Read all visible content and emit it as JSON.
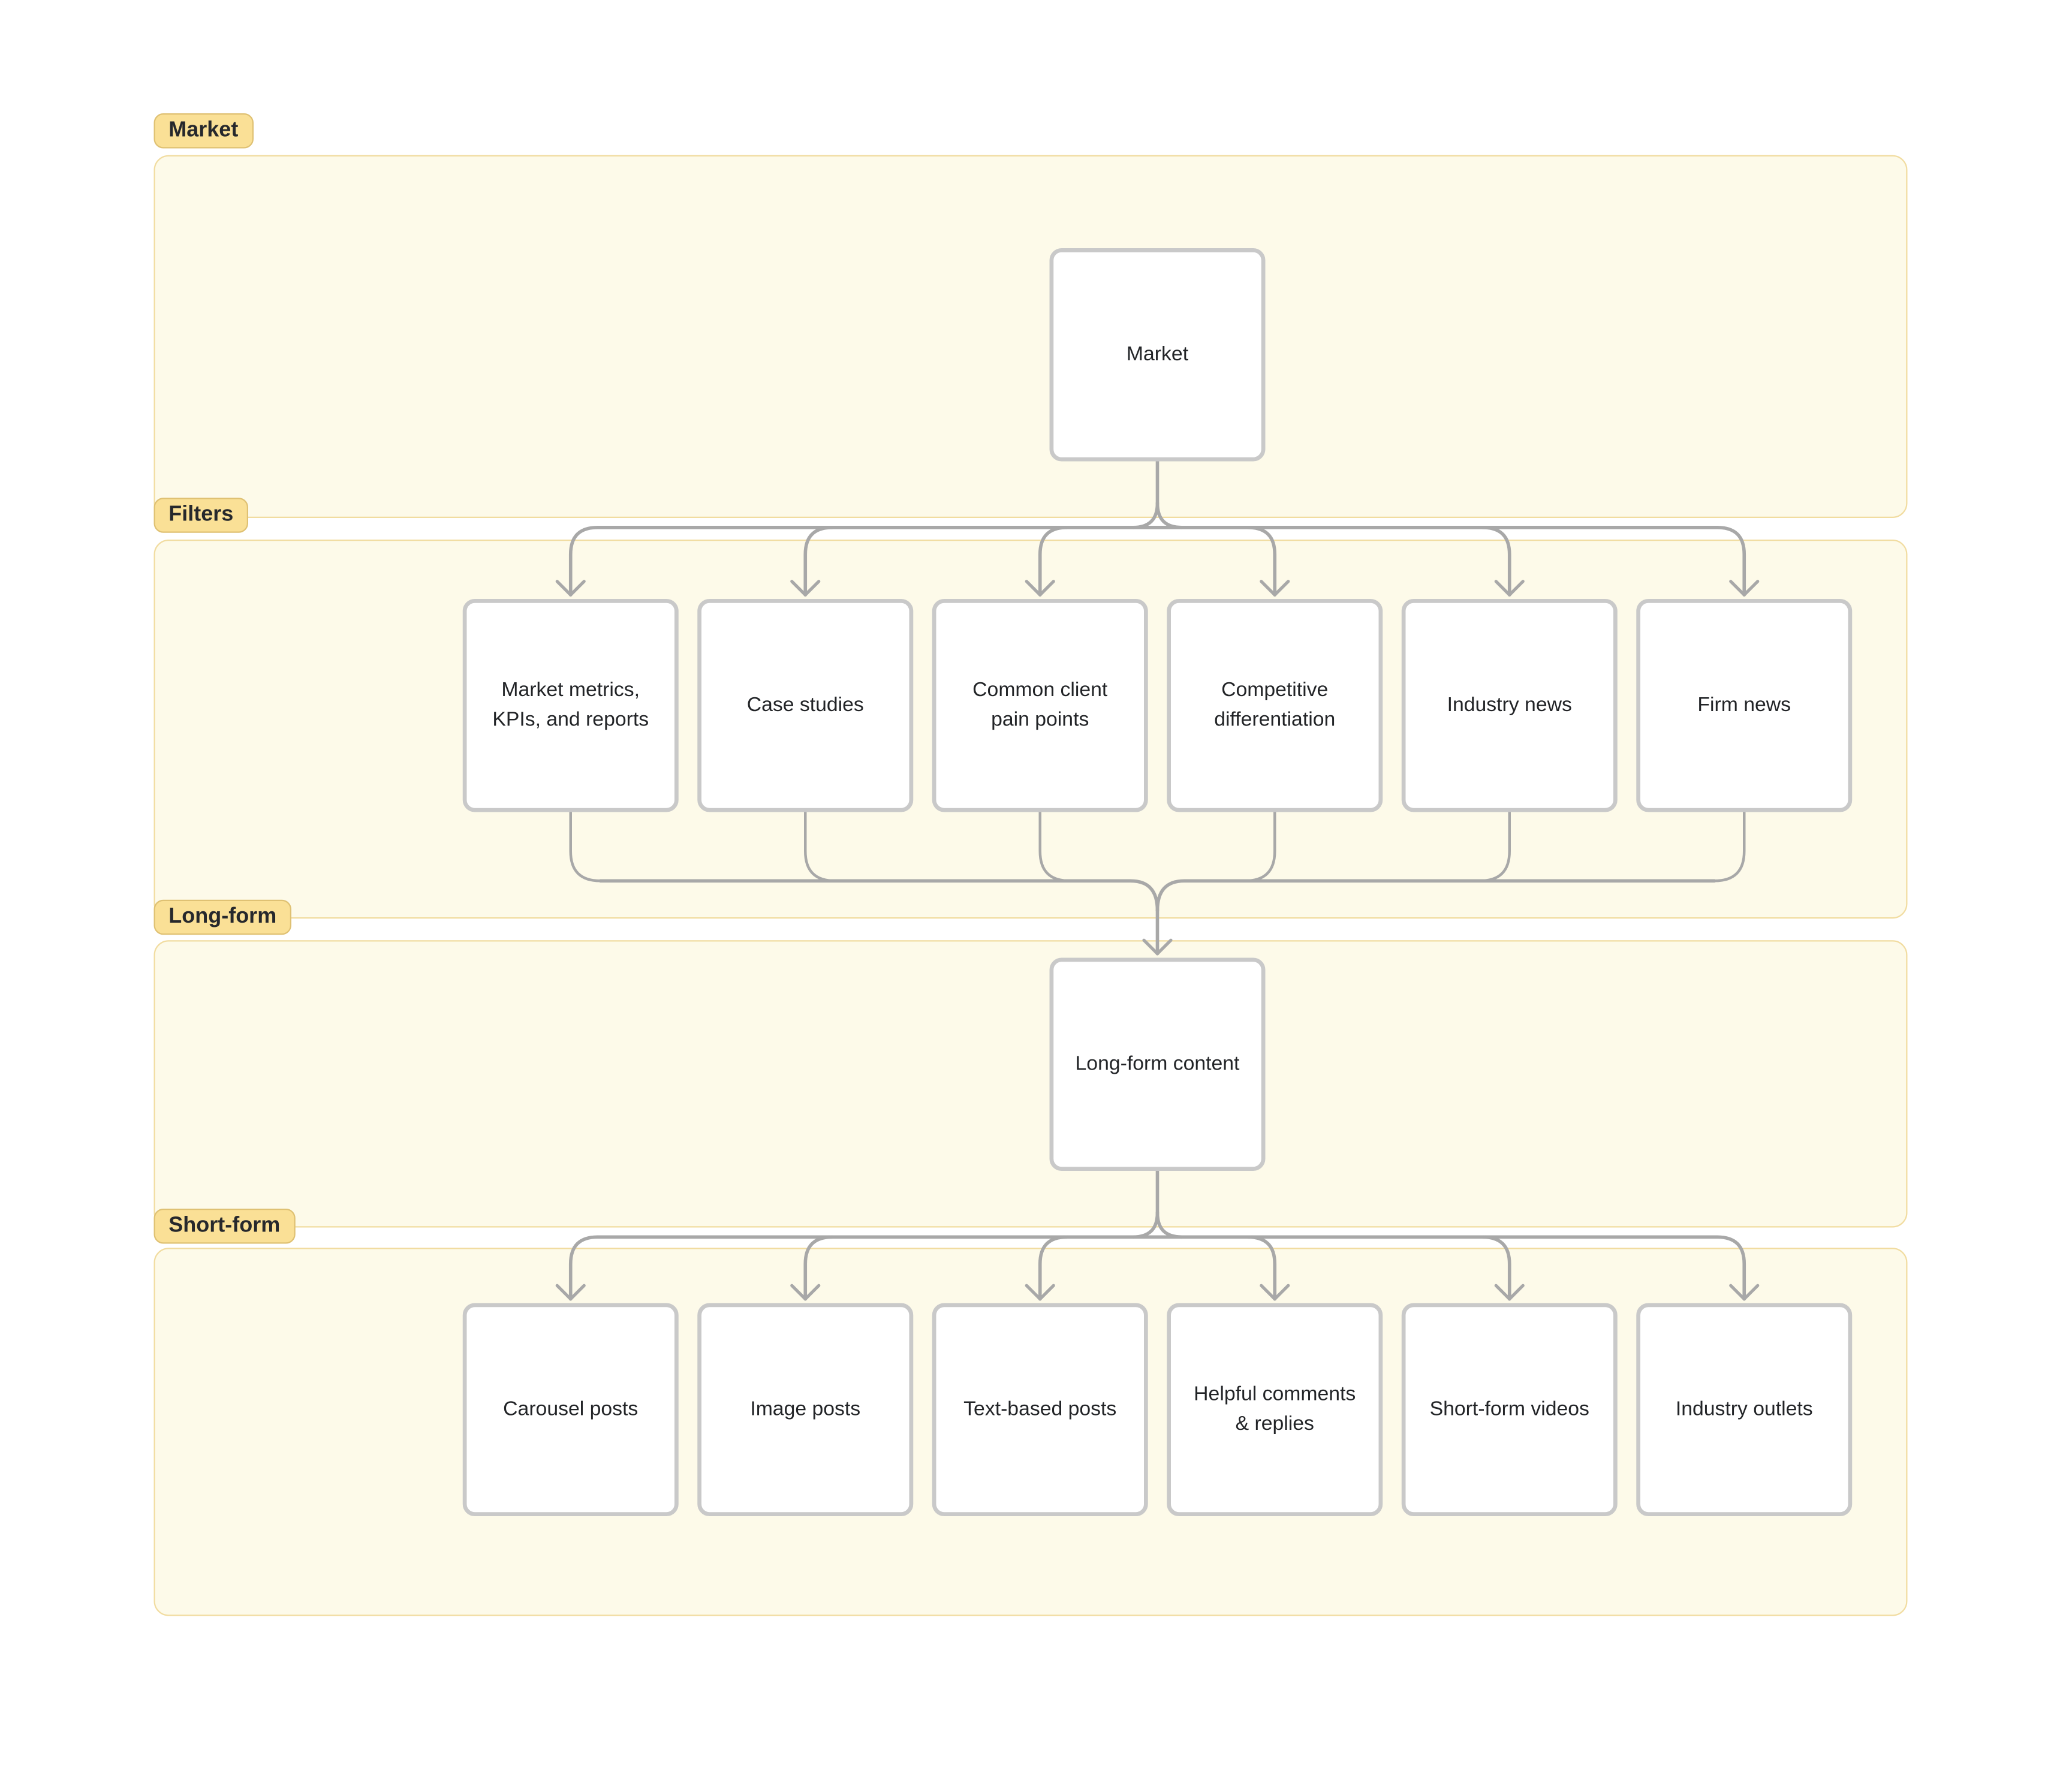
{
  "diagram": {
    "colors": {
      "page_bg": "#FFFFFF",
      "section_bg": "#FDFAE9",
      "section_border": "#F1DCA0",
      "badge_bg": "#FAE096",
      "badge_border": "#DFC173",
      "badge_text": "#26282C",
      "node_bg": "#FFFFFF",
      "node_border": "#C9C9C9",
      "node_text": "#222427",
      "arrow": "#A8A8A8"
    },
    "sections": {
      "market": {
        "label": "Market"
      },
      "filters": {
        "label": "Filters"
      },
      "long_form": {
        "label": "Long-form"
      },
      "short_form": {
        "label": "Short-form"
      }
    },
    "nodes": {
      "market": "Market",
      "filter_1": "Market metrics,\nKPIs, and reports",
      "filter_2": "Case studies",
      "filter_3": "Common client\npain points",
      "filter_4": "Competitive\ndifferentiation",
      "filter_5": "Industry news",
      "filter_6": "Firm news",
      "long_form": "Long-form content",
      "short_1": "Carousel posts",
      "short_2": "Image posts",
      "short_3": "Text-based posts",
      "short_4": "Helpful comments\n& replies",
      "short_5": "Short-form videos",
      "short_6": "Industry outlets"
    },
    "edges": [
      {
        "from": "market",
        "to": [
          "filter_1",
          "filter_2",
          "filter_3",
          "filter_4",
          "filter_5",
          "filter_6"
        ]
      },
      {
        "from_list": [
          "filter_1",
          "filter_2",
          "filter_3",
          "filter_4",
          "filter_5",
          "filter_6"
        ],
        "to": "long_form"
      },
      {
        "from": "long_form",
        "to": [
          "short_1",
          "short_2",
          "short_3",
          "short_4",
          "short_5",
          "short_6"
        ]
      }
    ]
  }
}
